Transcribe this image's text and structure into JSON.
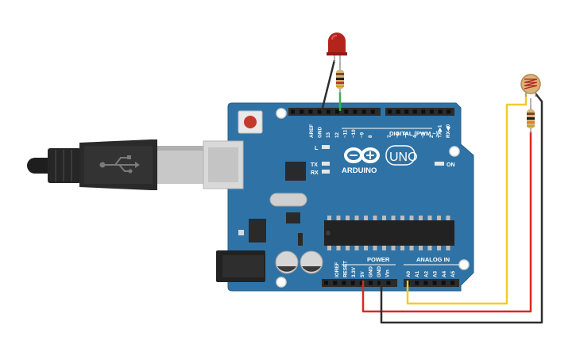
{
  "colors": {
    "board": "#2f73a6",
    "board_edge": "#255e8a",
    "header": "#2b2b2b",
    "wire_yellow": "#f2cc2a",
    "wire_red": "#d82a20",
    "wire_black": "#2e2e2e",
    "wire_green": "#37b24a",
    "led_red": "#b5241c",
    "resistor_body": "#d9b27a"
  },
  "components": {
    "usb_cable": "usb-b-cable",
    "led": "red-led",
    "photoresistor": "photoresistor",
    "resistors": [
      "led-resistor",
      "ldr-resistor"
    ],
    "board": "arduino-uno"
  },
  "board": {
    "brand": "ARDUINO",
    "model": "UNO",
    "digital_label": "DIGITAL (PWM ~)",
    "power_label": "POWER",
    "analog_label": "ANALOG IN",
    "on_label": "ON",
    "led_l": "L",
    "led_tx": "TX",
    "led_rx": "RX",
    "digital_pins_left": [
      "AREF",
      "GND",
      "13",
      "12",
      "~11",
      "~10",
      "~9",
      "8"
    ],
    "digital_pins_right": [
      "7",
      "~6",
      "~5",
      "4",
      "~3",
      "2",
      "TX▶1",
      "RX◀0"
    ],
    "power_pins": [
      "IOREF",
      "RESET",
      "3.3V",
      "5V",
      "GND",
      "GND",
      "Vin"
    ],
    "analog_pins": [
      "A0",
      "A1",
      "A2",
      "A3",
      "A4",
      "A5"
    ]
  }
}
